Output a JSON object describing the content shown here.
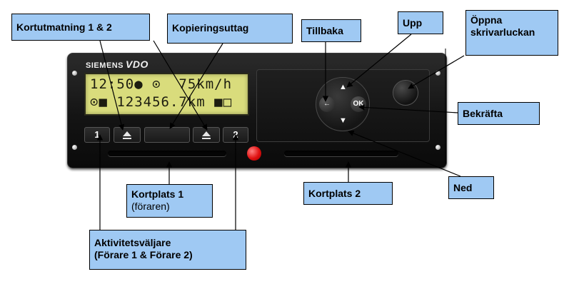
{
  "device": {
    "brand_siemens": "SIEMENS",
    "brand_vdo": "VDO",
    "display": {
      "line1": "12:50● ⊙  75km/h",
      "line2": "⊙■ 123456.7km ■□"
    },
    "key1_label": "1",
    "key2_label": "2",
    "ok_label": "OK",
    "back_symbol": "←",
    "up_symbol": "▲",
    "down_symbol": "▼"
  },
  "labels": {
    "card_eject": "Kortutmatning 1 & 2",
    "copy_output": "Kopieringsuttag",
    "back": "Tillbaka",
    "up": "Upp",
    "open_printer_line1": "Öppna",
    "open_printer_line2": "skrivarluckan",
    "confirm": "Bekräfta",
    "down": "Ned",
    "card_slot_1": "Kortplats 1",
    "card_slot_1_sub": "(föraren)",
    "card_slot_2": "Kortplats 2",
    "activity_selector_line1": "Aktivitetsväljare",
    "activity_selector_line2": "(Förare 1 & Förare 2)"
  },
  "colors": {
    "callout_fill": "#9fc9f3",
    "lcd_fill": "#d9dc7c",
    "led": "#e01010",
    "device_body": "#141414"
  }
}
